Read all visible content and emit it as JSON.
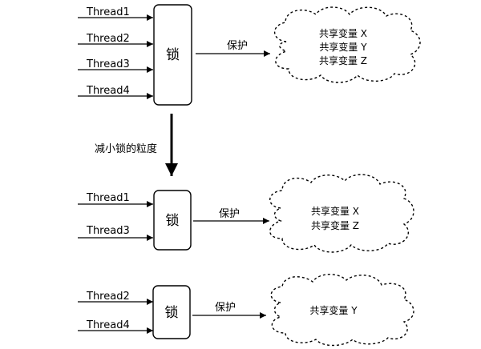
{
  "top": {
    "threads": [
      "Thread1",
      "Thread2",
      "Thread3",
      "Thread4"
    ],
    "lock_label": "锁",
    "protect_label": "保护",
    "variables": [
      "共享变量 X",
      "共享变量 Y",
      "共享变量 Z"
    ]
  },
  "transition_label": "减小锁的粒度",
  "bottom_first": {
    "threads": [
      "Thread1",
      "Thread3"
    ],
    "lock_label": "锁",
    "protect_label": "保护",
    "variables": [
      "共享变量 X",
      "共享变量 Z"
    ]
  },
  "bottom_second": {
    "threads": [
      "Thread2",
      "Thread4"
    ],
    "lock_label": "锁",
    "protect_label": "保护",
    "variables": [
      "共享变量 Y"
    ]
  }
}
